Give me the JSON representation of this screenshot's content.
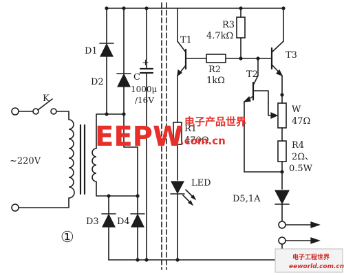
{
  "labels": {
    "switch": "K",
    "mains": "~220V",
    "d1": "D1",
    "d2": "D2",
    "d3": "D3",
    "d4": "D4",
    "cap_name": "C",
    "cap_value": "1000μ",
    "cap_voltage": "/16V",
    "cap_plus": "+",
    "t1": "T1",
    "t2": "T2",
    "t3": "T3",
    "r1_name": "R1",
    "r1_value": "470Ω",
    "r2_name": "R2",
    "r2_value": "1kΩ",
    "r3_name": "R3",
    "r3_value": "4.7kΩ",
    "w_name": "W",
    "w_value": "47Ω",
    "r4_name": "R4",
    "r4_value": "2Ω、",
    "r4_power": "0.5W",
    "led": "LED",
    "d5": "D5,1A",
    "figure_number": "①"
  },
  "watermark": {
    "brand": "EEPW",
    "site": ".com.cn",
    "cn_name": "电子产品世界",
    "footer_cn": "电子工程世界",
    "footer_url": "eeworld.com.cn"
  },
  "colors": {
    "ink": "#1c1c1c",
    "watermark_red": "#e7302a"
  }
}
